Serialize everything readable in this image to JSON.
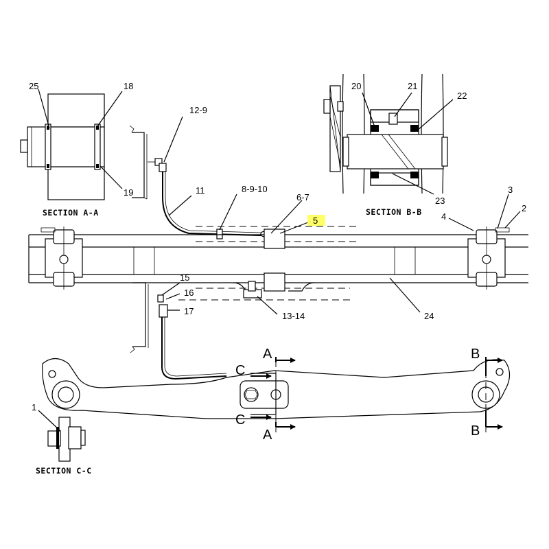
{
  "colors": {
    "highlight": "#ffff66",
    "ink": "#000000",
    "paper": "#ffffff"
  },
  "section_titles": {
    "aa": "SECTION A-A",
    "bb": "SECTION B-B",
    "cc": "SECTION C-C"
  },
  "callouts": {
    "c1": "1",
    "c2": "2",
    "c3": "3",
    "c4": "4",
    "c5": "5",
    "c6_7": "6-7",
    "c8_9_10": "8-9-10",
    "c11": "11",
    "c12_9": "12-9",
    "c13_14": "13-14",
    "c15": "15",
    "c16": "16",
    "c17": "17",
    "c18": "18",
    "c19": "19",
    "c20": "20",
    "c21": "21",
    "c22": "22",
    "c23": "23",
    "c24": "24",
    "c25": "25"
  },
  "section_markers": {
    "a_top": "A",
    "a_bottom": "A",
    "b_top": "B",
    "b_bottom": "B",
    "c_top": "C",
    "c_bottom": "C"
  },
  "highlighted_callout": "5"
}
